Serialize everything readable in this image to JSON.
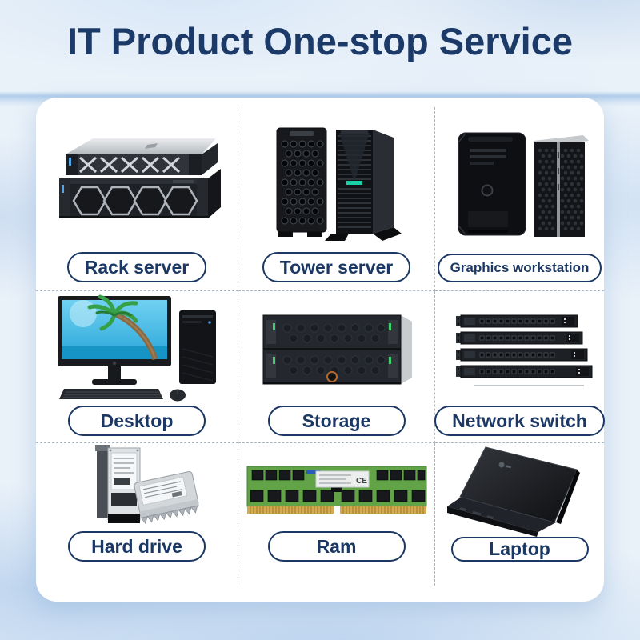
{
  "title": "IT Product One-stop Service",
  "colors": {
    "accent_navy": "#1b3763",
    "card_background": "#ffffff",
    "page_background": "#e9f1f9",
    "divider_dashed": "#9fb8ca"
  },
  "grid": {
    "items": [
      {
        "label": "Rack server",
        "icon": "rack-server-image"
      },
      {
        "label": "Tower server",
        "icon": "tower-server-image"
      },
      {
        "label": "Graphics workstation",
        "icon": "graphics-workstation-image"
      },
      {
        "label": "Desktop",
        "icon": "desktop-image"
      },
      {
        "label": "Storage",
        "icon": "storage-image"
      },
      {
        "label": "Network switch",
        "icon": "network-switch-image"
      },
      {
        "label": "Hard drive",
        "icon": "hard-drive-image"
      },
      {
        "label": "Ram",
        "icon": "ram-image"
      },
      {
        "label": "Laptop",
        "icon": "laptop-image"
      }
    ]
  }
}
